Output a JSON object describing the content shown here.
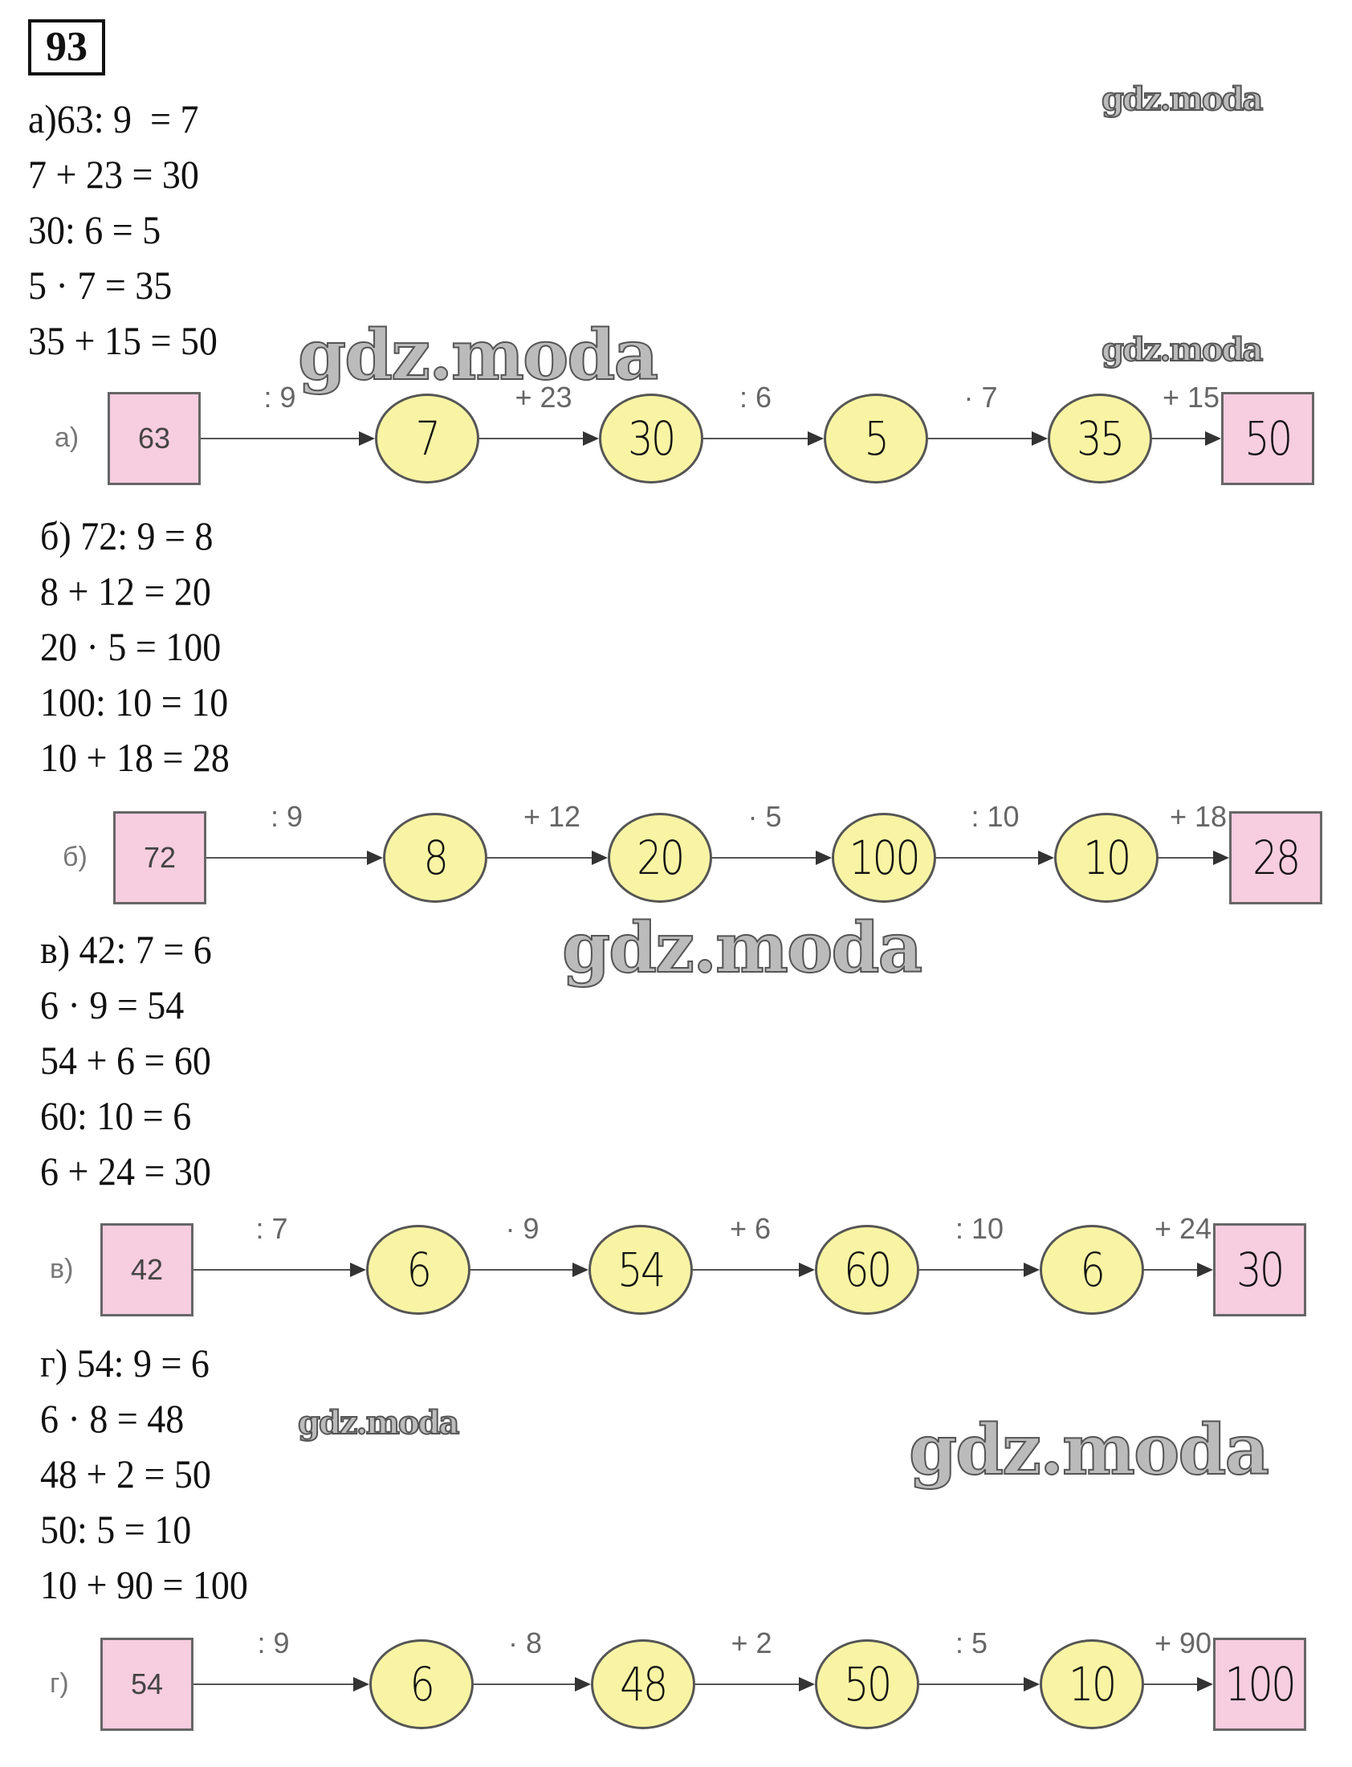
{
  "task_number": "93",
  "watermark": "gdz.moda",
  "sections": [
    {
      "label": "а)",
      "equations": [
        "а)63: 9  = 7",
        "7 + 23 = 30",
        "30: 6 = 5",
        "5 · 7 = 35",
        "35 + 15 = 50"
      ],
      "start": "63",
      "operations": [
        ": 9",
        "+ 23",
        ": 6",
        "· 7",
        "+ 15"
      ],
      "answers": [
        "7",
        "30",
        "5",
        "35",
        "50"
      ]
    },
    {
      "label": "б)",
      "equations": [
        "б) 72: 9 = 8",
        "8 + 12 = 20",
        "20 · 5 = 100",
        "100: 10 = 10",
        "10 + 18 = 28"
      ],
      "start": "72",
      "operations": [
        ": 9",
        "+ 12",
        "· 5",
        ": 10",
        "+ 18"
      ],
      "answers": [
        "8",
        "20",
        "100",
        "10",
        "28"
      ]
    },
    {
      "label": "в)",
      "equations": [
        "в) 42: 7 = 6",
        "6 · 9 = 54",
        "54 + 6 = 60",
        "60: 10 = 6",
        "6 + 24 = 30"
      ],
      "start": "42",
      "operations": [
        ": 7",
        "· 9",
        "+ 6",
        ": 10",
        "+ 24"
      ],
      "answers": [
        "6",
        "54",
        "60",
        "6",
        "30"
      ]
    },
    {
      "label": "г)",
      "equations": [
        "г) 54: 9 = 6",
        "6 · 8 = 48",
        "48 + 2 = 50",
        "50: 5 = 10",
        "10 + 90 = 100"
      ],
      "start": "54",
      "operations": [
        ": 9",
        "· 8",
        "+ 2",
        ": 5",
        "+ 90"
      ],
      "answers": [
        "6",
        "48",
        "50",
        "10",
        "100"
      ]
    }
  ]
}
